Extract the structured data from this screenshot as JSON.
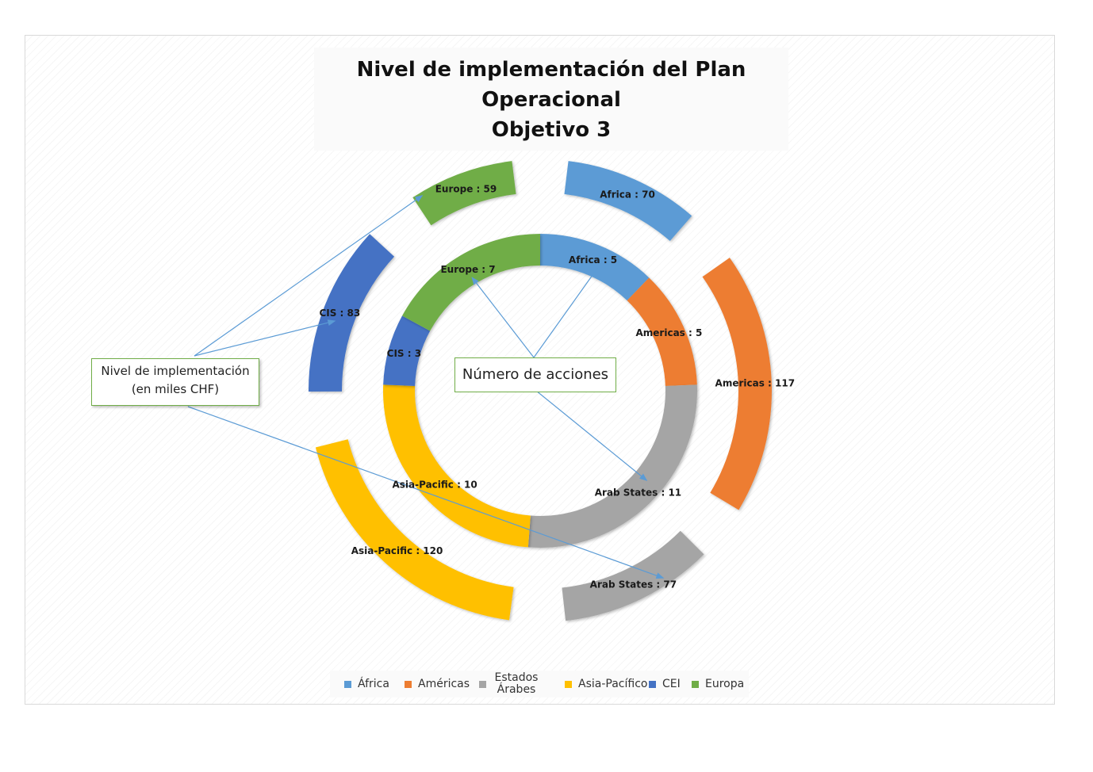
{
  "title_lines": [
    "Nivel de implementación del Plan Operacional",
    "Objetivo 3"
  ],
  "callouts": {
    "implementation": [
      "Nivel de implementación",
      "(en miles CHF)"
    ],
    "actions": "Número de acciones"
  },
  "colors": {
    "africa": "#5b9bd5",
    "americas": "#ed7d31",
    "arab_states": "#a5a5a5",
    "asia_pacific": "#ffc000",
    "cis": "#4472c4",
    "europe": "#70ad47",
    "arrow": "#5b9bd5"
  },
  "legend": [
    {
      "label": "África",
      "color": "#5b9bd5"
    },
    {
      "label": "Américas",
      "color": "#ed7d31"
    },
    {
      "label": "Estados Árabes",
      "color": "#a5a5a5"
    },
    {
      "label": "Asia-Pacífico",
      "color": "#ffc000"
    },
    {
      "label": "CEI",
      "color": "#4472c4"
    },
    {
      "label": "Europa",
      "color": "#70ad47"
    }
  ],
  "chart_data": {
    "type": "pie",
    "subtype": "nested-donut",
    "title": "Nivel de implementación del Plan Operacional Objetivo 3",
    "categories": [
      "Africa",
      "Americas",
      "Arab States",
      "Asia-Pacific",
      "CIS",
      "Europe"
    ],
    "series": [
      {
        "name": "Número de acciones",
        "ring": "inner",
        "values": [
          5,
          5,
          11,
          10,
          3,
          7
        ],
        "labels": [
          "Africa  : 5",
          "Americas : 5",
          "Arab States : 11",
          "Asia-Pacific : 10",
          "CIS : 3",
          "Europe : 7"
        ]
      },
      {
        "name": "Nivel de implementación (en miles CHF)",
        "ring": "outer",
        "values": [
          70,
          117,
          77,
          120,
          83,
          59
        ],
        "labels": [
          "Africa  : 70",
          "Americas : 117",
          "Arab States : 77",
          "Asia-Pacific : 120",
          "CIS : 83",
          "Europe : 59"
        ]
      }
    ],
    "legend_position": "bottom"
  }
}
